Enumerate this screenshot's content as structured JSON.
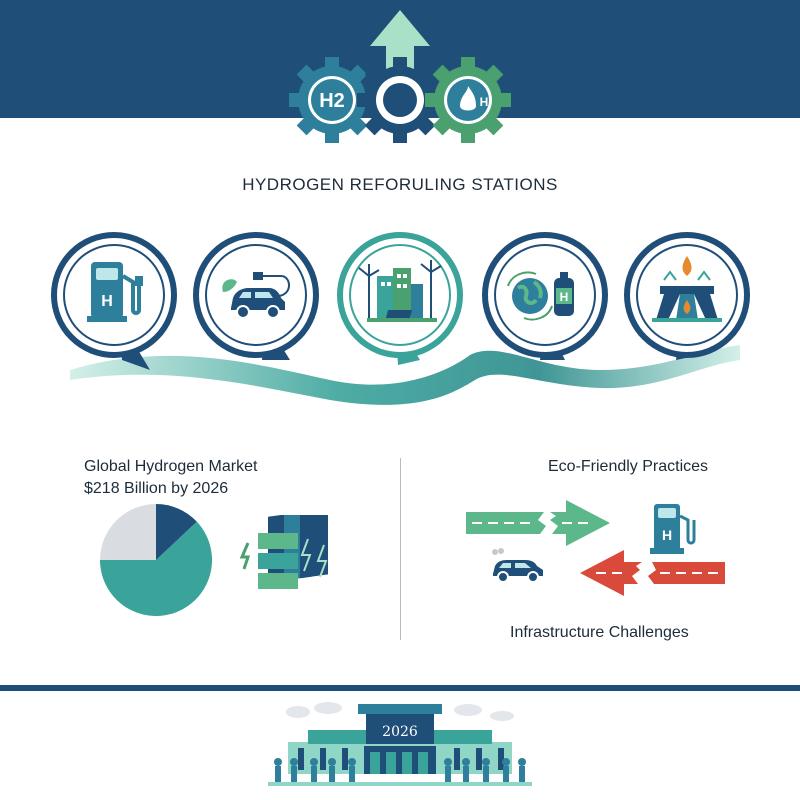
{
  "header": {
    "gear_left_label": "H2",
    "gear_right_label": "H"
  },
  "title": "HYDROGEN REFORULING STATIONS",
  "journey": {
    "stations": [
      {
        "icon": "fuel-pump-icon",
        "label": "H"
      },
      {
        "icon": "ev-car-icon",
        "label": ""
      },
      {
        "icon": "renewable-energy-icon",
        "label": ""
      },
      {
        "icon": "globe-hydrogen-tank-icon",
        "label": "H"
      },
      {
        "icon": "hydrogen-production-plant-icon",
        "label": ""
      }
    ]
  },
  "market": {
    "title": "Global Hydrogen Market",
    "subtitle": "$218 Billion by 2026",
    "chart_data": {
      "type": "pie",
      "values": [
        0.62,
        0.25,
        0.13
      ],
      "colors": [
        "#3aa39a",
        "#d9dde1",
        "#1f4e79"
      ]
    }
  },
  "eco_label": "Eco-Friendly Practices",
  "infra_label": "Infrastructure Challenges",
  "pump_small_label": "H",
  "station_year": "2026",
  "colors": {
    "navy": "#1f4e79",
    "teal": "#3aa39a",
    "green": "#5cb88a",
    "red": "#d94a3a"
  }
}
